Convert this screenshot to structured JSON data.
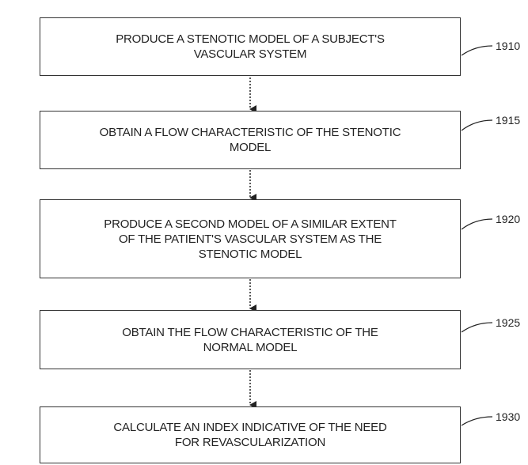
{
  "steps": [
    {
      "text": "PRODUCE A STENOTIC MODEL OF A SUBJECT'S\nVASCULAR SYSTEM",
      "ref": "1910"
    },
    {
      "text": "OBTAIN A FLOW CHARACTERISTIC OF THE STENOTIC\nMODEL",
      "ref": "1915"
    },
    {
      "text": "PRODUCE A SECOND MODEL OF A SIMILAR EXTENT\nOF THE PATIENT'S VASCULAR SYSTEM AS THE\nSTENOTIC MODEL",
      "ref": "1920"
    },
    {
      "text": "OBTAIN THE FLOW CHARACTERISTIC OF THE\nNORMAL MODEL",
      "ref": "1925"
    },
    {
      "text": "CALCULATE AN INDEX INDICATIVE OF THE NEED\nFOR REVASCULARIZATION",
      "ref": "1930"
    }
  ]
}
